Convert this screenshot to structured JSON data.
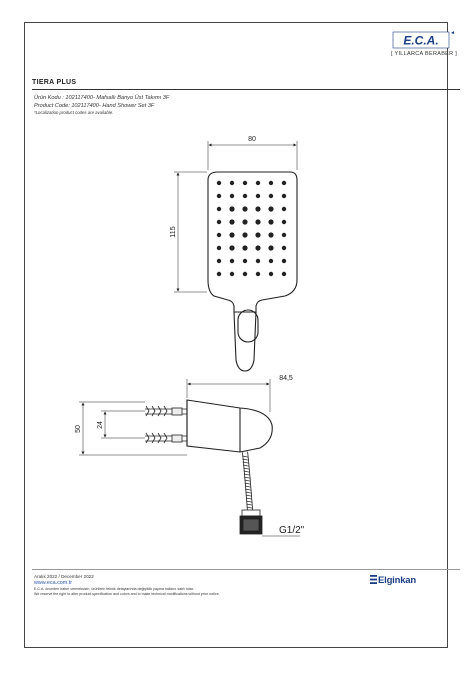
{
  "logo": {
    "mark": "E.C.A.",
    "tagline": "[ YILLARCA BERABER ]"
  },
  "product": {
    "title": "TIERA PLUS",
    "code_tr": "Ürün Kodu : 102117400- Mafsallı Banyo Üst Takımı 3F",
    "code_en": "Product Code: 102117400- Hand Shower Set 3F",
    "note": "*Localization product codes are available."
  },
  "dimensions": {
    "head_width": "80",
    "head_length": "115",
    "offset": "84,5",
    "height_total": "50",
    "height_inner": "24",
    "thread": "G1/2\""
  },
  "footer": {
    "date": "Aralık 2022 / December 2022",
    "website": "www.eca.com.tr",
    "legal_tr": "E.C.A. önceden haber vermeksizin, ürünlerin teknik detaylarında değişiklik yapma hakkını saklı tutar.",
    "legal_en": "We reserve the right to alter product specification and colors and to make technical modifications without prior notice.",
    "brand": "Elginkan"
  },
  "colors": {
    "brand_blue": "#1b3f86",
    "web_blue": "#2b5aa8",
    "line": "#222222"
  }
}
